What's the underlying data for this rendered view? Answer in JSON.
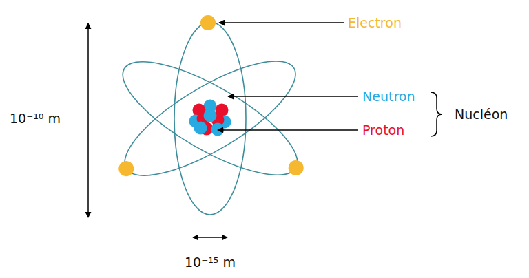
{
  "diagram": {
    "labels": [
      "Electron",
      "Neutron",
      "Proton",
      "Nucléon",
      "10⁻¹⁰ m",
      "10⁻¹⁵ m"
    ]
  }
}
